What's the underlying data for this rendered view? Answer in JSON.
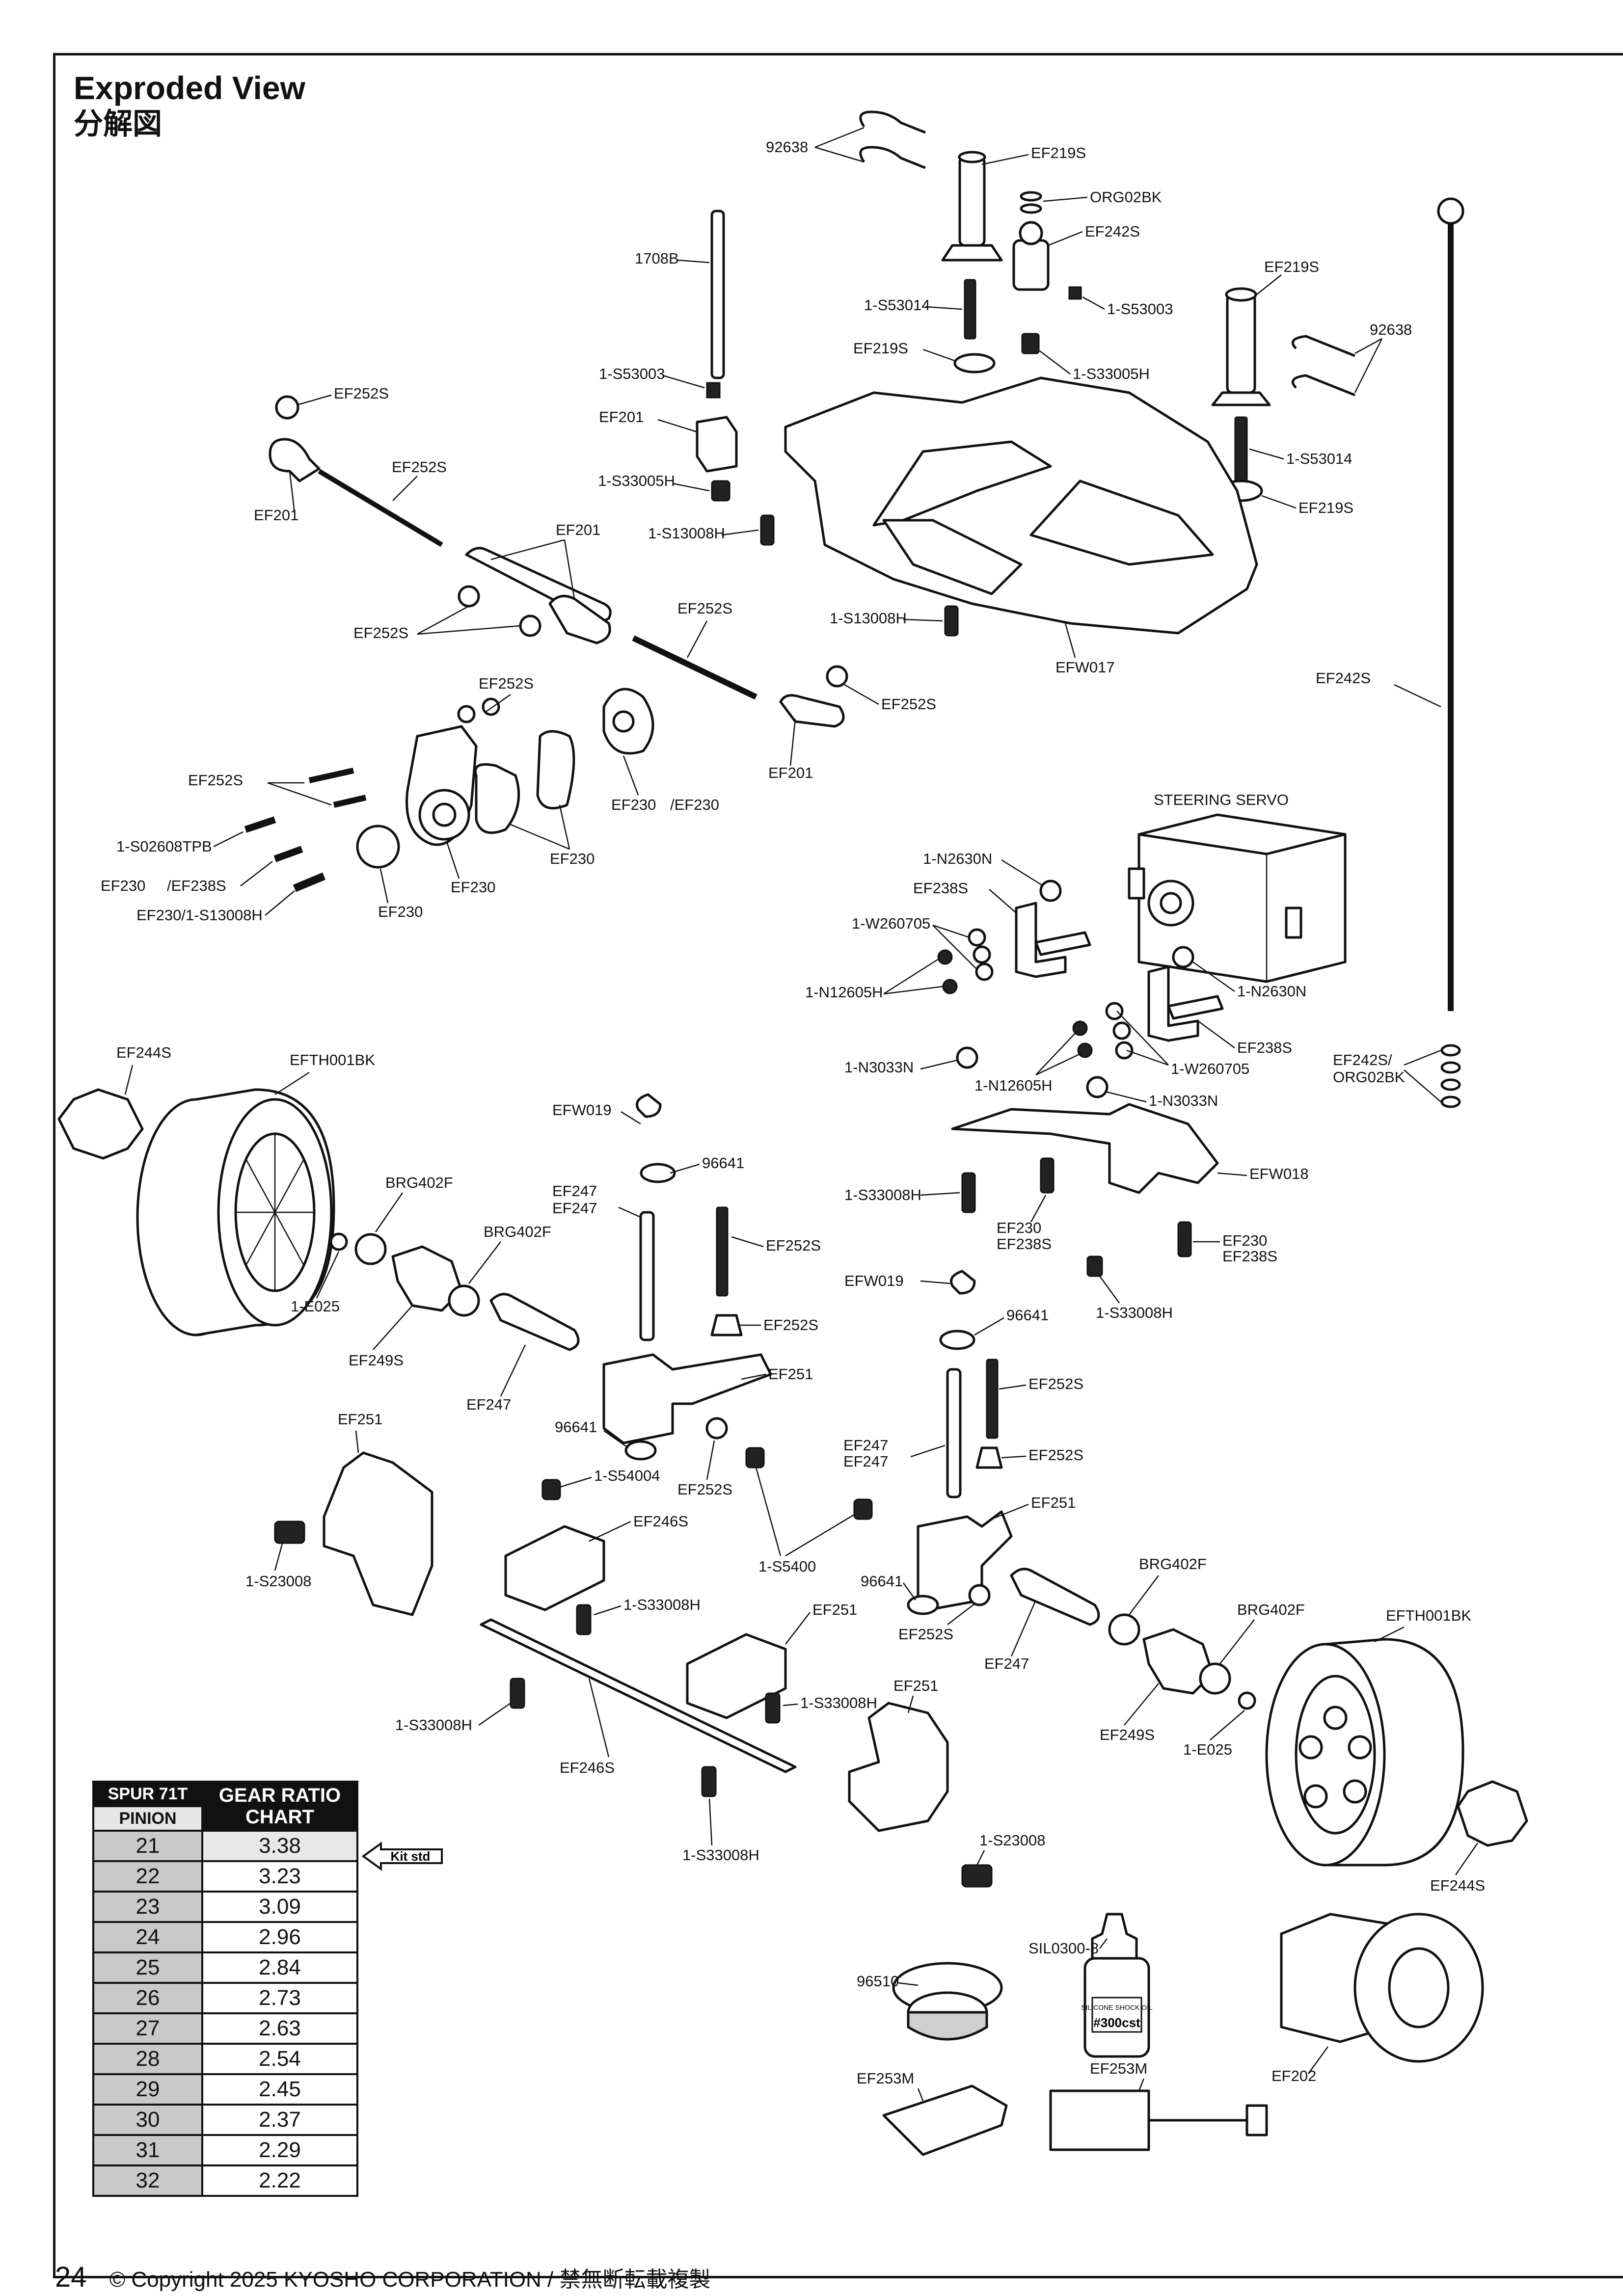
{
  "title": {
    "en": "Exproded View",
    "ja": "分解図"
  },
  "labels": {
    "l92638a": "92638",
    "lEF219Sb": "EF219S",
    "lORG02BK": "ORG02BK",
    "lEF242Sc": "EF242S",
    "l1708B": "1708B",
    "l1S53014a": "1-S53014",
    "l1S53003a": "1-S53003",
    "lEF219Sc_a": "EF219S",
    "l1S33005Ha": "1-S33005H",
    "lEF219Sa": "EF219S",
    "l92638b": "92638",
    "l1S53014b": "1-S53014",
    "lEF219Sc_b": "EF219S",
    "lEF252Sc_a": "EF252S",
    "l1S53003b": "1-S53003",
    "lEF2013": "EF201",
    "lEF252Sa_a": "EF252S",
    "l1S33005Hb": "1-S33005H",
    "lEF2012a": "EF201",
    "lEF2012b": "EF201",
    "l1S13008Ha": "1-S13008H",
    "lEF252Sc_b": "EF252S",
    "lEF252Sa_b": "EF252S",
    "l1S13008Hb": "1-S13008H",
    "lEFW017": "EFW017",
    "lEF242Sb": "EF242S",
    "lEF252Sf_a": "EF252S",
    "lEF252Sc_c": "EF252S",
    "lEF2012c": "EF201",
    "lEF252Se": "EF252S",
    "lEF230ab": "EF230",
    "lEF230ab2": "/EF230",
    "l1S02608TPB": "1-S02608TPB",
    "lEF230fEF238Sb": "EF230",
    "lEF238Sb_a": "/EF238S",
    "lEF2301S13008H": "EF230/1-S13008H",
    "lEF230d": "EF230",
    "lEF230c": "EF230",
    "lEF230e": "EF230",
    "lSteeringServo": "STEERING SERVO",
    "l1N2630Na": "1-N2630N",
    "lEF238Sa_a": "EF238S",
    "l1W260705a": "1-W260705",
    "l1N12605Ha": "1-N12605H",
    "l1N2630Nb": "1-N2630N",
    "lEF238Sa_b": "EF238S",
    "l1N3033Na": "1-N3033N",
    "l1N12605Hb": "1-N12605H",
    "l1W260705b": "1-W260705",
    "l1N3033Nb": "1-N3033N",
    "lEF242SORG": "EF242S/",
    "lEF242SORG2": "ORG02BK",
    "lEF244Sa": "EF244S",
    "lEFTH001BKa": "EFTH001BK",
    "lEFW019b_a": "EFW019",
    "l96641a": "96641",
    "lBRG402Fa": "BRG402F",
    "lEF247a_a": "EF247",
    "lEF247b_a": "EF247",
    "lBRG402Fb": "BRG402F",
    "lEF252Sd_a": "EF252S",
    "l1E025a": "1-E025",
    "lEF249Sa": "EF249S",
    "lEF252Sb_a": "EF252S",
    "lEF2513a": "EF251",
    "lEF247c_a": "EF247",
    "lEF2511a": "EF251",
    "l96641b": "96641",
    "l1S54004": "1-S54004",
    "lEF252Sf_b": "EF252S",
    "lEF246Sb": "EF246S",
    "l1S5400": "1-S5400",
    "l1S23008a": "1-S23008",
    "l1S33008Ha": "1-S33008H",
    "lEF2512": "EF251",
    "l1S33008Hb": "1-S33008H",
    "l1S33008Hc": "1-S33008H",
    "lEF246Sa": "EF246S",
    "l1S33008Hd": "1-S33008H",
    "lEFW018c": "EFW018",
    "l1S33008He": "1-S33008H",
    "lEF230fEF238Sb_a": "EF230",
    "lEF238Sb_b": "EF238S",
    "lEF230fEF238Sb_b": "EF230",
    "lEF238Sb_c": "EF238S",
    "l1S33008Hf": "1-S33008H",
    "lEFW019b_b": "EFW019",
    "l96641c": "96641",
    "lEF252Sd_b": "EF252S",
    "lEF247a_b": "EF247",
    "lEF247b_b": "EF247",
    "lEF252Sb_b": "EF252S",
    "lEF2513b": "EF251",
    "l96641d": "96641",
    "lEF252Sf_c": "EF252S",
    "lEF247c_b": "EF247",
    "lBRG402Fc": "BRG402F",
    "lBRG402Fd": "BRG402F",
    "lEFTH001BKb": "EFTH001BK",
    "lEF249Sb": "EF249S",
    "l1E025b": "1-E025",
    "lEF2511b": "EF251",
    "l1S23008b": "1-S23008",
    "lEF244Sb": "EF244S",
    "lSIL0300": "SIL0300-8",
    "l96510": "96510",
    "lEF253Mb": "EF253M",
    "lEF253Mc": "EF253M",
    "lEF202e": "EF202"
  },
  "oil_bottle": {
    "line1": "SILICONE SHOCK OIL",
    "line2": "#300cst"
  },
  "gear_table": {
    "spur": "SPUR 71T",
    "pinion": "PINION",
    "title_line1": "GEAR RATIO",
    "title_line2": "CHART",
    "rows": [
      {
        "pinion": "21",
        "ratio": "3.38"
      },
      {
        "pinion": "22",
        "ratio": "3.23"
      },
      {
        "pinion": "23",
        "ratio": "3.09"
      },
      {
        "pinion": "24",
        "ratio": "2.96"
      },
      {
        "pinion": "25",
        "ratio": "2.84"
      },
      {
        "pinion": "26",
        "ratio": "2.73"
      },
      {
        "pinion": "27",
        "ratio": "2.63"
      },
      {
        "pinion": "28",
        "ratio": "2.54"
      },
      {
        "pinion": "29",
        "ratio": "2.45"
      },
      {
        "pinion": "30",
        "ratio": "2.37"
      },
      {
        "pinion": "31",
        "ratio": "2.29"
      },
      {
        "pinion": "32",
        "ratio": "2.22"
      }
    ],
    "kit_std": "Kit std"
  },
  "footer": {
    "page": "24",
    "copyright": "© Copyright 2025 KYOSHO CORPORATION / 禁無断転載複製"
  }
}
